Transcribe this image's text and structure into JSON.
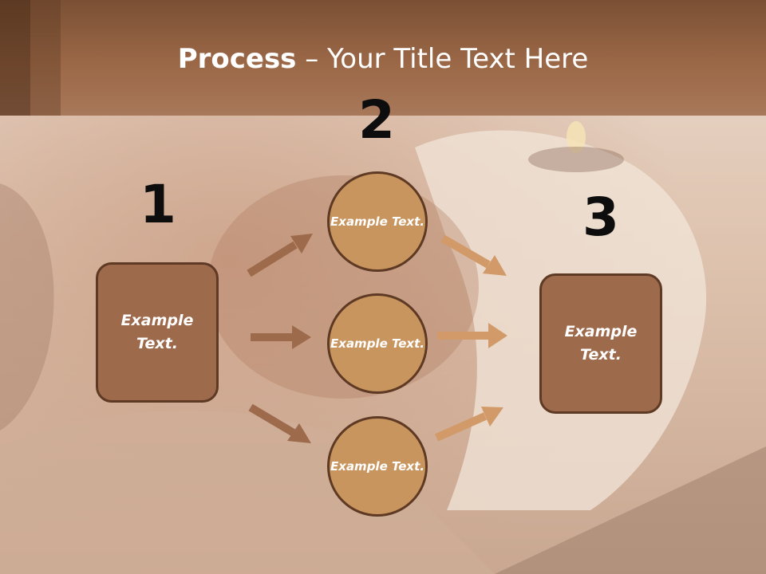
{
  "title": {
    "bold": "Process",
    "rest": " – Your Title Text Here"
  },
  "steps": {
    "one": "1",
    "two": "2",
    "three": "3"
  },
  "left_box": {
    "text": "Example Text."
  },
  "right_box": {
    "text": "Example Text."
  },
  "circles": [
    {
      "text": "Example Text."
    },
    {
      "text": "Example Text."
    },
    {
      "text": "Example Text."
    }
  ],
  "colors": {
    "header": "#9b6847",
    "box_fill": "#9d6a4c",
    "circle_fill": "#c9955f",
    "outline": "#5e3a24",
    "arrow_dark": "#9d6a4c",
    "arrow_light": "#d19a68"
  }
}
